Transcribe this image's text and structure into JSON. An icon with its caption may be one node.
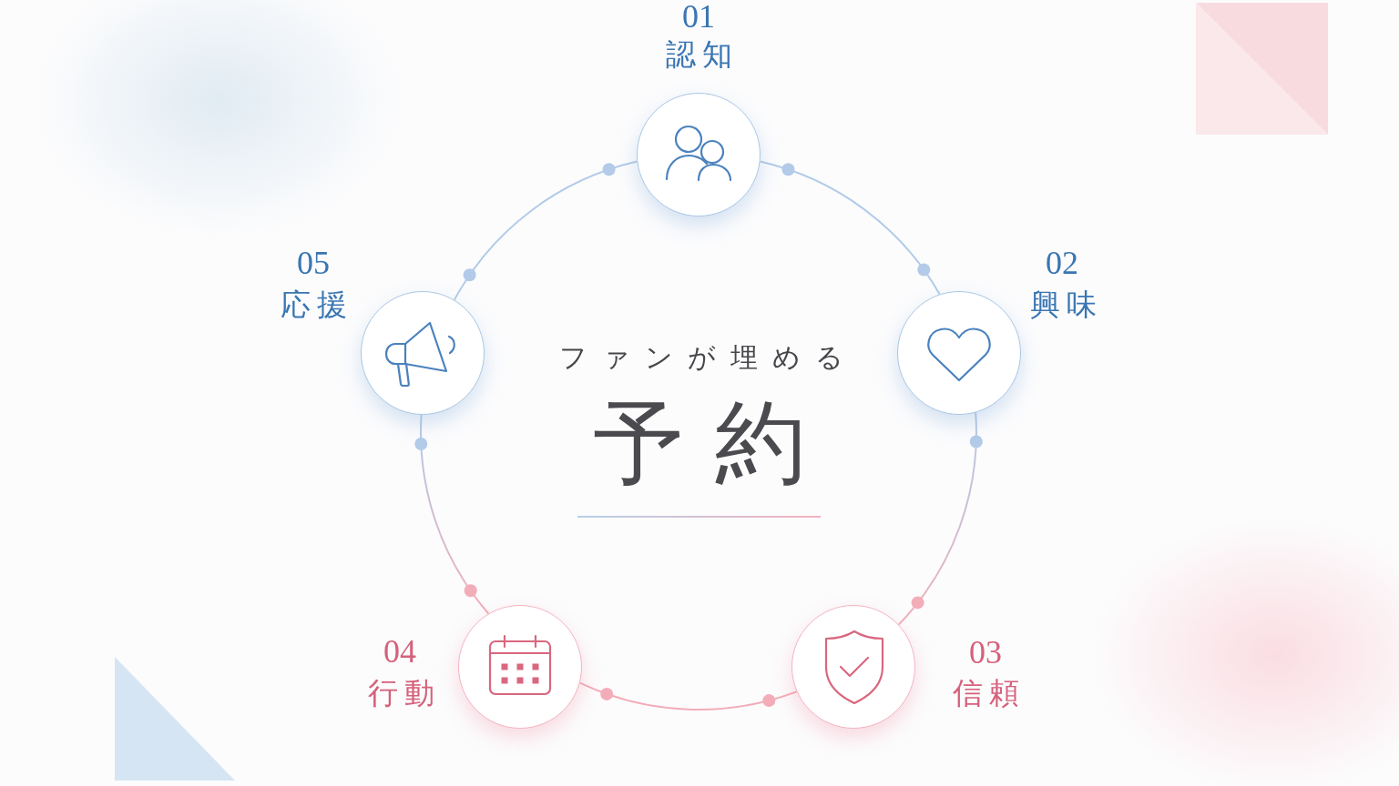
{
  "diagram": {
    "nodes": [
      {
        "text": [],
        "shape": "circle",
        "beside": [
          "01",
          "認知"
        ]
      },
      {
        "text": [],
        "shape": "circle",
        "beside": [
          "02",
          "興味"
        ]
      },
      {
        "text": [],
        "shape": "circle",
        "beside": [
          "03",
          "信頼"
        ]
      },
      {
        "text": [],
        "shape": "circle",
        "beside": [
          "04",
          "行動"
        ]
      },
      {
        "text": [],
        "shape": "circle",
        "beside": [
          "05",
          "応援"
        ]
      }
    ],
    "edges": [
      {
        "from": 0,
        "to": 1,
        "arrow": "none"
      },
      {
        "from": 1,
        "to": 2,
        "arrow": "none",
        "color": "#f3adb9"
      },
      {
        "from": 2,
        "to": 3,
        "arrow": "none",
        "color": "#f3adb9"
      },
      {
        "from": 3,
        "to": 4,
        "arrow": "none",
        "color": "#f3adb9"
      },
      {
        "from": 4,
        "to": 0,
        "arrow": "none"
      }
    ],
    "labels": [
      "ファンが埋める",
      "予約"
    ]
  }
}
